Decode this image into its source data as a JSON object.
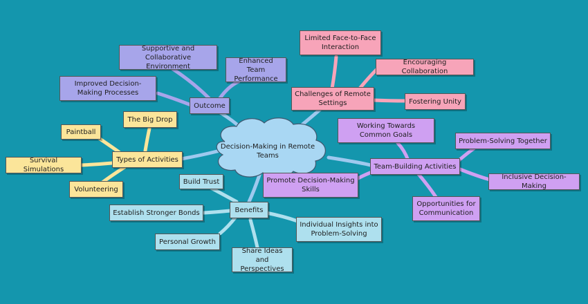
{
  "colors": {
    "background": "#1496ad",
    "outcome": "#a7a5ea",
    "challenges": "#f7a4b9",
    "team_building": "#cfa0f2",
    "activities": "#fbe59a",
    "benefits": "#aee0ee",
    "center": "#a9d7f3"
  },
  "center": {
    "label": "Decision-Making in Remote Teams"
  },
  "outcome": {
    "label": "Outcome",
    "items": [
      "Supportive and Collaborative Environment",
      "Enhanced Team Performance",
      "Improved Decision-Making Processes"
    ]
  },
  "challenges": {
    "label": "Challenges of Remote Settings",
    "items": [
      "Limited Face-to-Face Interaction",
      "Encouraging Collaboration",
      "Fostering Unity"
    ]
  },
  "team_building": {
    "label": "Team-Building Activities",
    "items": [
      "Working Towards Common Goals",
      "Problem-Solving Together",
      "Inclusive Decision-Making",
      "Opportunities for Communication",
      "Promote Decision-Making Skills"
    ]
  },
  "activities": {
    "label": "Types of Activities",
    "items": [
      "The Big Drop",
      "Paintball",
      "Survival Simulations",
      "Volunteering"
    ]
  },
  "benefits": {
    "label": "Benefits",
    "items": [
      "Build Trust",
      "Establish Stronger Bonds",
      "Personal Growth",
      "Share Ideas and Perspectives",
      "Individual Insights into Problem-Solving"
    ]
  }
}
